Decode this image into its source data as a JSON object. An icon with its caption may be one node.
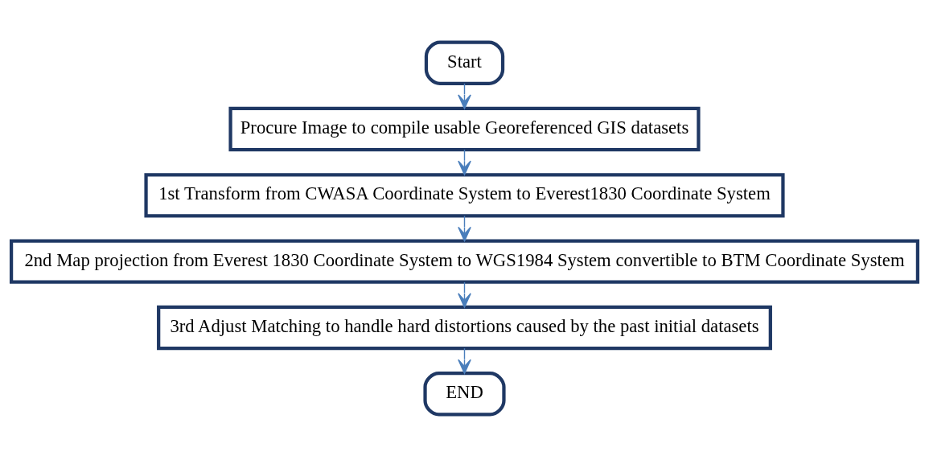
{
  "diagram": {
    "nodes": [
      {
        "text": [
          "Start"
        ]
      },
      {
        "text": [
          "Procure Image to compile usable Georeferenced GIS datasets"
        ]
      },
      {
        "text": [
          "1st Transform from CWASA Coordinate System to Everest1830 Coordinate System"
        ]
      },
      {
        "text": [
          "2nd Map projection from Everest 1830 Coordinate System to WGS1984 System convertible to BTM Coordinate System"
        ]
      },
      {
        "text": [
          "3rd Adjust Matching to handle hard distortions caused by the past initial datasets"
        ]
      },
      {
        "text": [
          "END"
        ]
      }
    ],
    "edges": [
      {
        "from": 0,
        "to": 1,
        "arrow": "to"
      },
      {
        "from": 1,
        "to": 2,
        "arrow": "to"
      },
      {
        "from": 2,
        "to": 3,
        "arrow": "to"
      },
      {
        "from": 3,
        "to": 4,
        "arrow": "to"
      },
      {
        "from": 4,
        "to": 5,
        "arrow": "to"
      }
    ]
  }
}
